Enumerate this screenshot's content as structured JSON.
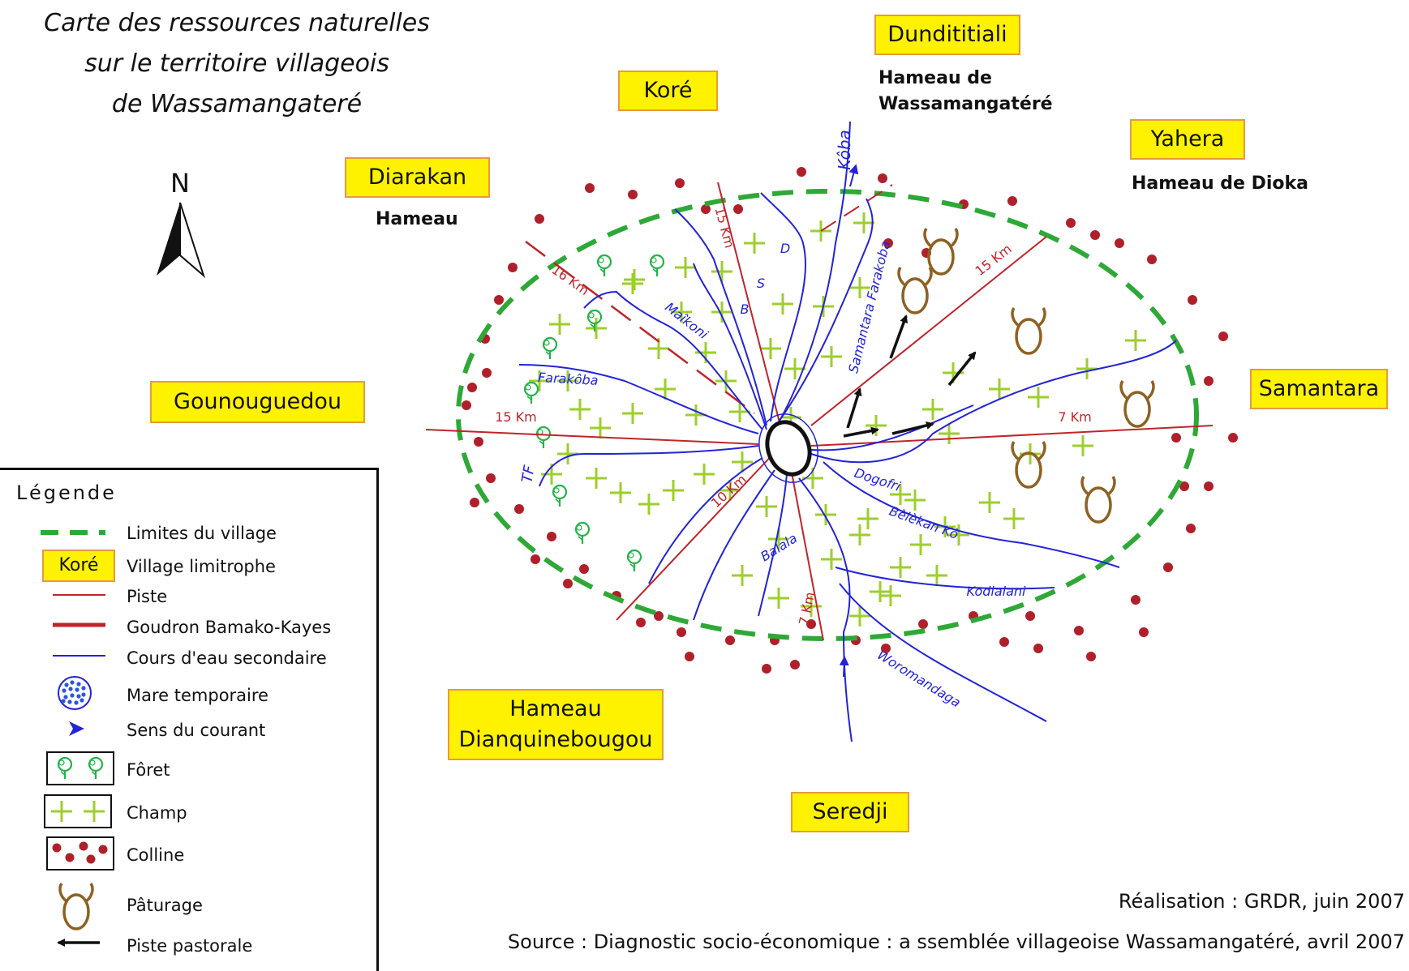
{
  "title": {
    "line1": "Carte des ressources naturelles",
    "line2": "sur le territoire villageois",
    "line3": "de Wassamangateré"
  },
  "north_label": "N",
  "villages": {
    "dundititiali": "Dundititiali",
    "kore": "Koré",
    "diarakan": "Diarakan",
    "yahera": "Yahera",
    "samantara": "Samantara",
    "gounouguedou": "Gounouguedou",
    "hameau_line1": "Hameau",
    "dianquinebougou": "Dianquinebougou",
    "seredji": "Seredji"
  },
  "hamlets": {
    "wassa_line1": "Hameau de",
    "wassa_line2": "Wassamangatéré",
    "dioka": "Hameau de Dioka",
    "diarakan_hameau": "Hameau"
  },
  "rivers": {
    "koba": "Kôba",
    "samantara_farakoba": "Samantara Farakoba",
    "maikoni": "Maîkoni",
    "farakoba": "Farakôba",
    "tf": "TF",
    "d": "D",
    "s": "S",
    "b": "B",
    "dogofri": "Dogofri",
    "belekan_ko": "Bèlèkan Kô",
    "kodialani": "Kodialani",
    "balala": "Balala",
    "woromandaga": "Woromandaga"
  },
  "distances": {
    "north": "15 Km",
    "northwest": "16 Km",
    "northeast": "15 Km",
    "west": "15 Km",
    "east": "7 Km",
    "southwest": "10 Km",
    "south": "7 Km"
  },
  "legend": {
    "title": "Légende",
    "items": [
      {
        "label": "Limites du village"
      },
      {
        "label": "Village limitrophe",
        "sample": "Koré"
      },
      {
        "label": "Piste"
      },
      {
        "label": "Goudron Bamako-Kayes"
      },
      {
        "label": "Cours d'eau secondaire"
      },
      {
        "label": "Mare temporaire"
      },
      {
        "label": "Sens du courant"
      },
      {
        "label": "Fôret"
      },
      {
        "label": "Champ"
      },
      {
        "label": "Colline"
      },
      {
        "label": "Pâturage"
      },
      {
        "label": "Piste pastorale"
      }
    ]
  },
  "credits": {
    "realisation": "Réalisation : GRDR, juin 2007",
    "source": "Source : Diagnostic socio-économique : a ssemblée villageoise Wassamangatéré, avril 2007"
  },
  "colors": {
    "village_fill": "#fff200",
    "village_border": "#e89a3c",
    "boundary": "#2ea836",
    "road": "#c0242a",
    "river": "#2323d8",
    "field": "#9ccf2d",
    "forest": "#25b34a",
    "hill": "#b0202a",
    "pasture": "#8d6122",
    "pastoral_track": "#111111"
  }
}
